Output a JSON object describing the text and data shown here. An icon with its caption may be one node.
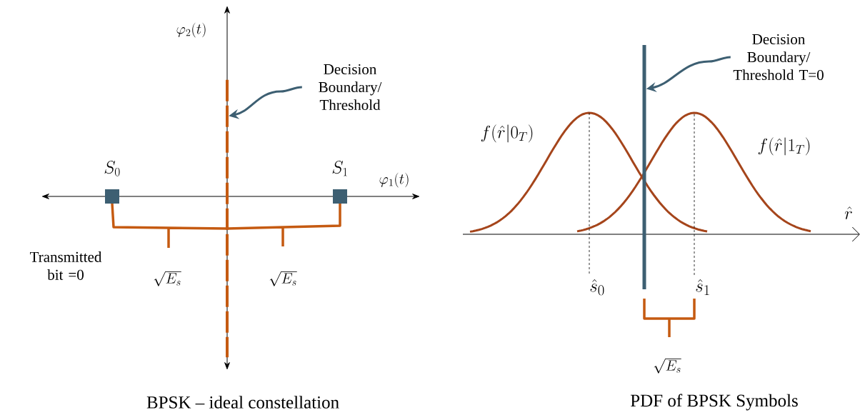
{
  "diagram": {
    "nodes": [
      {
        "text": [
          "Decision Boundary/ Threshold"
        ]
      },
      {
        "text": [],
        "shape": "bar"
      },
      {
        "text": [
          "Decision Boundary/ Threshold T=0"
        ]
      },
      {
        "text": [],
        "shape": "bar"
      }
    ],
    "edges": [
      {
        "from": 0,
        "to": 1,
        "arrow": "to"
      },
      {
        "from": 2,
        "to": 3,
        "arrow": "to"
      }
    ],
    "labels": [
      "\\varphi_2(t)",
      "\\varphi_1(t)",
      "S_0",
      "S_1",
      "Transmitted bit =0",
      "\\sqrt{E_s}",
      "\\sqrt{E_s}",
      "f(\\hat{r}|0_T)",
      "f(\\hat{r}|1_T)",
      "\\hat{r}",
      "\\hat{s}_0",
      "\\hat{s}_1",
      "\\sqrt{E_s}",
      "BPSK – ideal constellation",
      "PDF of BPSK Symbols"
    ]
  }
}
